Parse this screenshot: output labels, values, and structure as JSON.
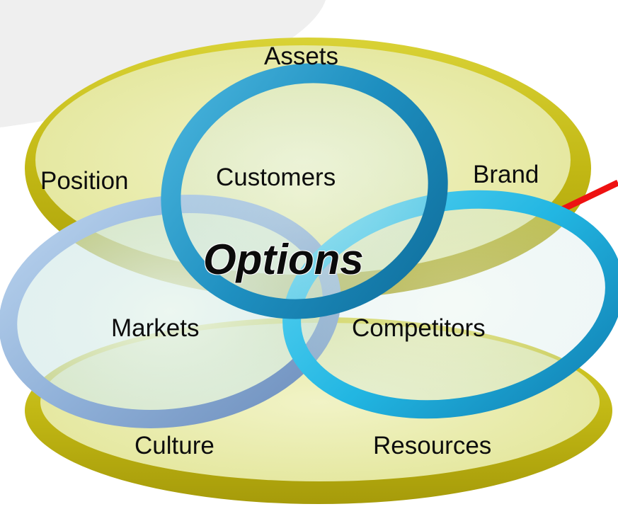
{
  "diagram": {
    "center_label": "Options",
    "top_ring_labels": {
      "top": "Assets",
      "left": "Position",
      "right": "Brand"
    },
    "inner_ring_labels": {
      "top": "Customers",
      "left": "Markets",
      "right": "Competitors"
    },
    "bottom_ring_labels": {
      "left": "Culture",
      "right": "Resources"
    }
  },
  "colors": {
    "olive_ring": "#c9c21a",
    "olive_fill": "#ecefb2",
    "blue_ring": "#2da0cf",
    "light_blue_ring": "#8fb4dc",
    "cyan_ring": "#29c3ec",
    "red_arrow": "#ee1111",
    "backdrop": "#efefef"
  }
}
